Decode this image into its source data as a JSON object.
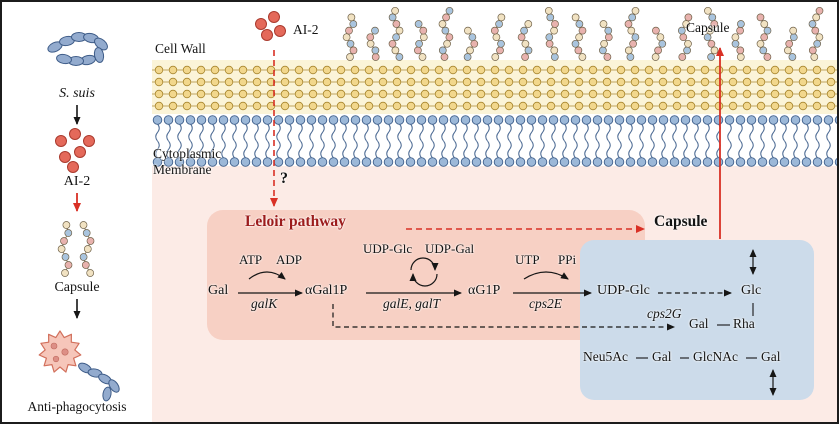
{
  "left_panel": {
    "s_suis": "S. suis",
    "ai2": "AI-2",
    "capsule": "Capsule",
    "anti_phagocytosis": "Anti-phagocytosis"
  },
  "cell": {
    "cell_wall": "Cell Wall",
    "cytoplasmic_membrane_line1": "Cytoplasmic",
    "cytoplasmic_membrane_line2": "Membrane",
    "ai2": "AI-2",
    "unknown_transport": "?",
    "capsule_top": "Capsule"
  },
  "pathway": {
    "title": "Leloir pathway",
    "capsule_target": "Capsule",
    "metabolites": {
      "gal": "Gal",
      "agal1p": "αGal1P",
      "ag1p": "αG1P",
      "udp_glc": "UDP-Glc",
      "glc": "Glc"
    },
    "cofactors": {
      "atp": "ATP",
      "adp": "ADP",
      "udp_glc": "UDP-Glc",
      "udp_gal": "UDP-Gal",
      "utp": "UTP",
      "ppi": "PPi"
    },
    "enzymes": {
      "galk": "galK",
      "gale_galt": "galE, galT",
      "cps2e": "cps2E",
      "cps2g": "cps2G"
    },
    "capsule_unit": {
      "gal_a": "Gal",
      "rha": "Rha",
      "neu5ac": "Neu5Ac",
      "gal_b": "Gal",
      "glcnac": "GlcNAc",
      "gal_c": "Gal"
    }
  },
  "colors": {
    "cytoplasm_pink": "#fcebe6",
    "leloir_box_salmon": "#f7d0c4",
    "capsule_box_blue": "#ccdbea",
    "cell_wall_band_yellow": "#fbf4d8",
    "accent_red": "#d93025",
    "title_maroon": "#9c1c1c"
  }
}
